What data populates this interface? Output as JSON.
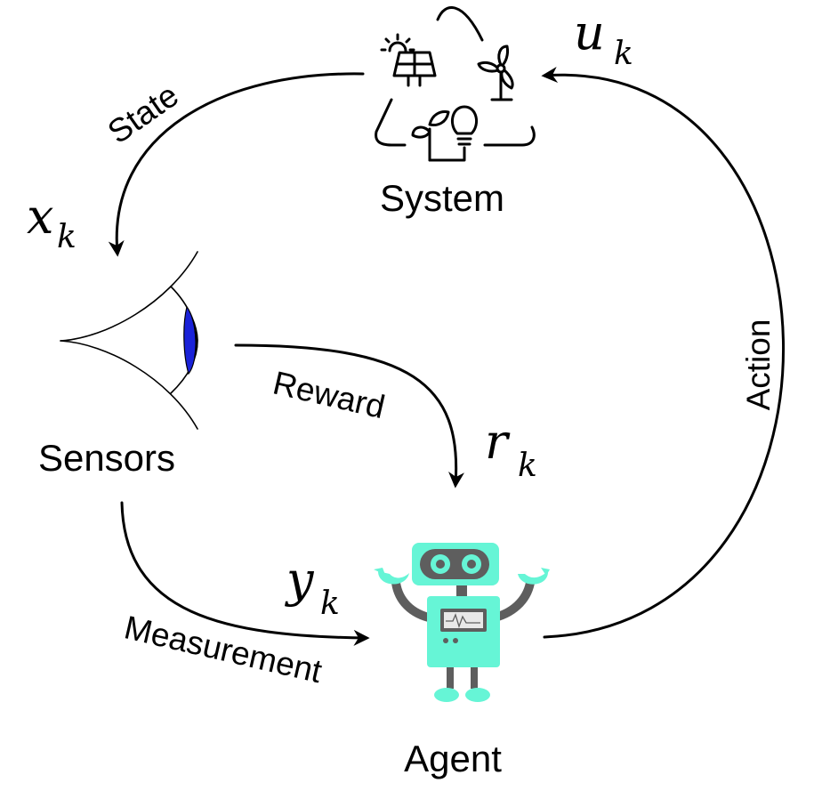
{
  "nodes": {
    "system": {
      "label": "System"
    },
    "sensors": {
      "label": "Sensors"
    },
    "agent": {
      "label": "Agent"
    }
  },
  "edges": {
    "state": {
      "label": "State",
      "symbol": {
        "base": "x",
        "sub": "k"
      }
    },
    "reward": {
      "label": "Reward",
      "symbol": {
        "base": "r",
        "sub": "k"
      }
    },
    "measurement": {
      "label": "Measurement",
      "symbol": {
        "base": "y",
        "sub": "k"
      }
    },
    "action": {
      "label": "Action",
      "symbol": {
        "base": "u",
        "sub": "k"
      }
    }
  },
  "colors": {
    "robot_body": "#66f5d6",
    "robot_dark": "#5e5e5e",
    "eye_iris": "#1a22d8",
    "line": "#000000"
  },
  "icons": {
    "system": "renewable-energy-cycle-icon",
    "sensors": "eye-icon",
    "agent": "robot-icon"
  }
}
